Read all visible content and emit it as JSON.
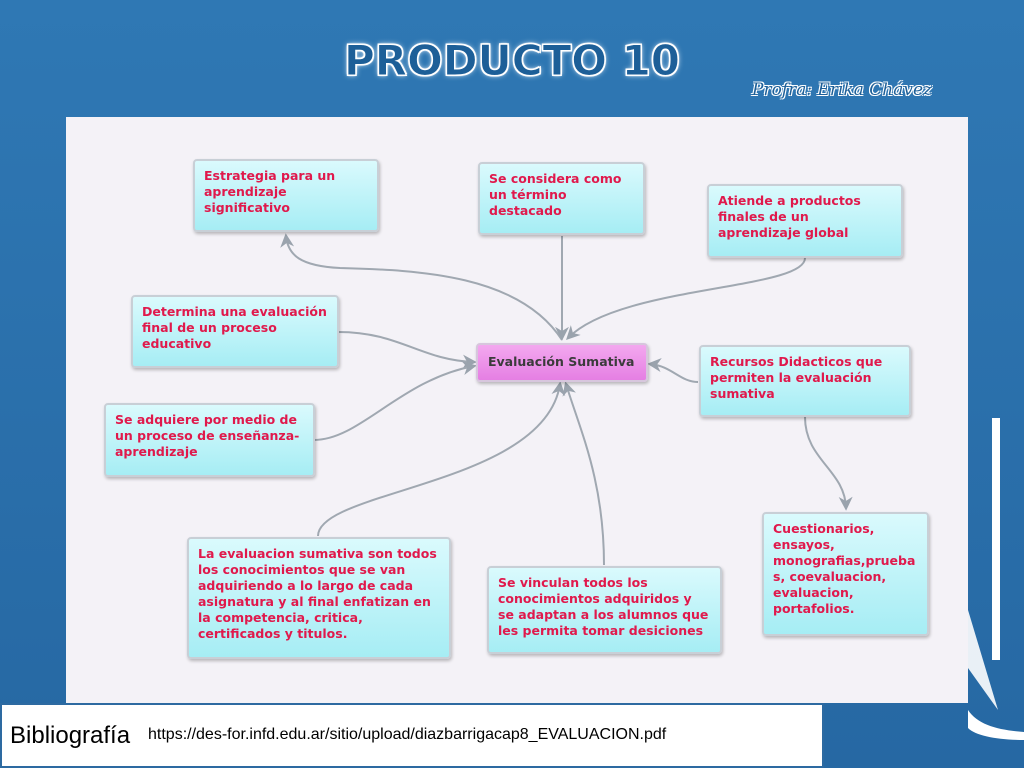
{
  "slide": {
    "title": "PRODUCTO 10",
    "author": "Profra: Erika Chávez"
  },
  "concept_map": {
    "center": "Evaluación Sumativa",
    "nodes": [
      {
        "id": "estrategia",
        "text": "Estrategia   para un aprendizaje significativo"
      },
      {
        "id": "termino",
        "text": "Se considera como un término destacado"
      },
      {
        "id": "productos",
        "text": "Atiende a productos finales de un aprendizaje global"
      },
      {
        "id": "determina",
        "text": "Determina una evaluación final de un proceso educativo"
      },
      {
        "id": "recursos",
        "text": "Recursos Didacticos que permiten la evaluación sumativa"
      },
      {
        "id": "adquiere",
        "text": "Se adquiere por medio de un proceso de enseñanza-aprendizaje"
      },
      {
        "id": "cuestionarios",
        "text": "Cuestionarios, ensayos, monografias,prueba s, coevaluacion, evaluacion, portafolios."
      },
      {
        "id": "conocimientos",
        "text": "La evaluacion sumativa son  todos los conocimientos que se van adquiriendo a lo largo de cada asignatura y al final enfatizan en la competencia, critica, certificados y titulos."
      },
      {
        "id": "vinculan",
        "text": "Se vinculan todos los conocimientos adquiridos  y se adaptan a los alumnos que les permita tomar desiciones"
      }
    ]
  },
  "footer": {
    "label": "Bibliografía",
    "url": "https://des-for.infd.edu.ar/sitio/upload/diazbarrigacap8_EVALUACION.pdf"
  },
  "colors": {
    "background": "#2a6ea8",
    "node_text": "#e0194c",
    "node_fill": "#a6edf4",
    "center_fill": "#e57fe3",
    "connector": "#9aa3ad"
  }
}
